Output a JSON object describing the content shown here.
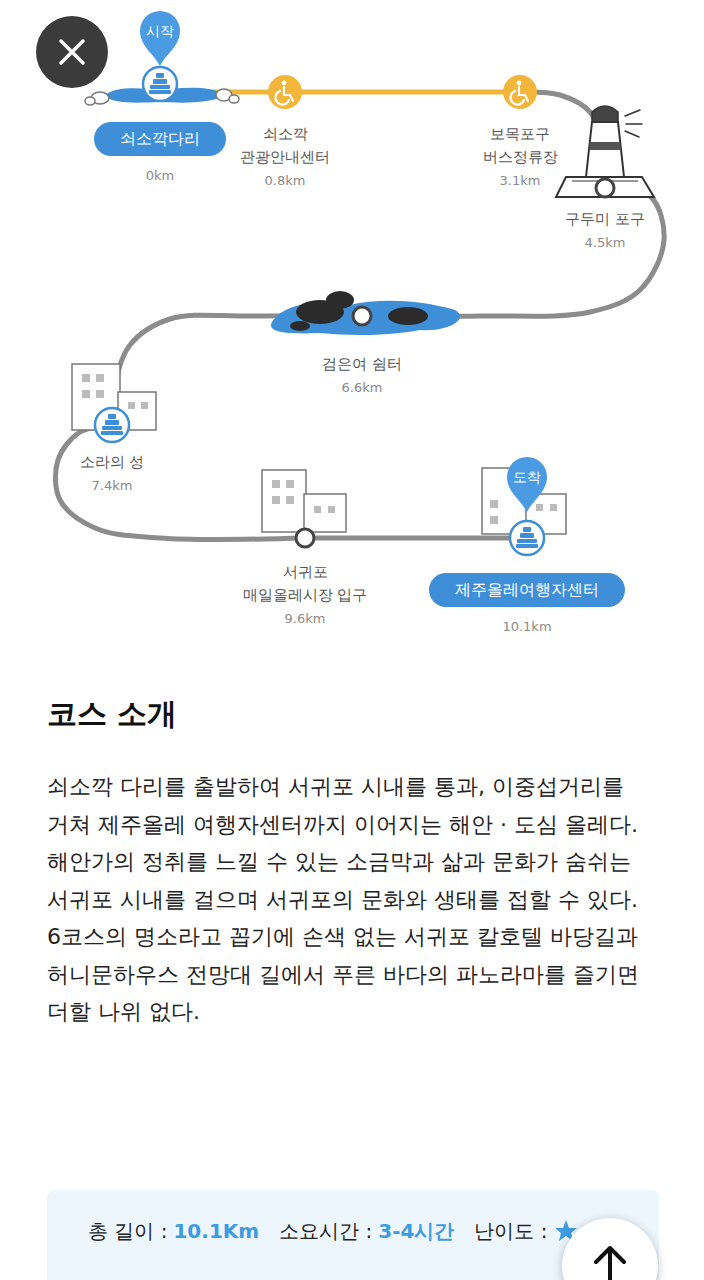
{
  "diagram": {
    "title": "코스 소개",
    "nodes": [
      {
        "text": [
          "쇠소깍다리",
          "0km"
        ]
      },
      {
        "text": [
          "쇠소깍 관광안내센터",
          "0.8km"
        ]
      },
      {
        "text": [
          "보목포구 버스정류장",
          "3.1km"
        ]
      },
      {
        "text": [
          "구두미 포구",
          "4.5km"
        ]
      },
      {
        "text": [
          "검은여 쉼터",
          "6.6km"
        ]
      },
      {
        "text": [
          "소라의 성",
          "7.4km"
        ]
      },
      {
        "text": [
          "서귀포 매일올레시장 입구",
          "9.6km"
        ]
      },
      {
        "text": [
          "제주올레여행자센터",
          "10.1km"
        ]
      }
    ],
    "edges": [
      {
        "from": 0,
        "to": 1,
        "arrow": "none"
      },
      {
        "from": 1,
        "to": 2,
        "arrow": "none"
      },
      {
        "from": 2,
        "to": 3,
        "arrow": "none"
      },
      {
        "from": 3,
        "to": 4,
        "arrow": "none"
      },
      {
        "from": 4,
        "to": 5,
        "arrow": "none"
      },
      {
        "from": 5,
        "to": 6,
        "arrow": "none"
      },
      {
        "from": 6,
        "to": 7,
        "arrow": "none"
      }
    ],
    "labels": [
      "시작",
      "도착",
      "쇠소깍 다리를 출발하여 서귀포 시내를 통과, 이중섭거리를 거쳐 제주올레 여행자센터까지 이어지는 해안 · 도심 올레다. 해안가의 정취를 느낄 수 있는 소금막과 삶과 문화가 숨쉬는 서귀포 시내를 걸으며 서귀포의 문화와 생태를 접할 수 있다. 6코스의 명소라고 꼽기에 손색 없는 서귀포 칼호텔 바당길과 허니문하우스 전망대 길에서 푸른 바다의 파노라마를 즐기면 더할 나위 없다.",
      "총 길이 :",
      "10.1Km",
      "소요시간 :",
      "3-4시간",
      "난이도 :"
    ]
  }
}
